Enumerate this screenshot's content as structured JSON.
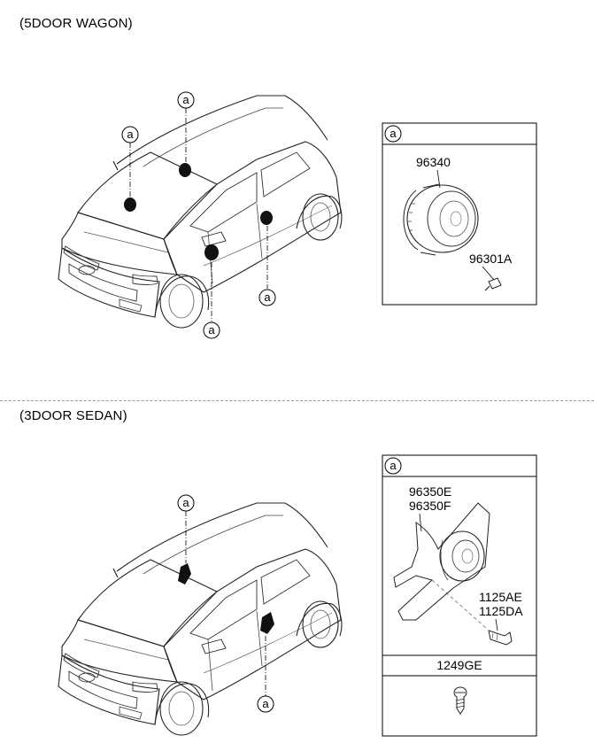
{
  "sections": {
    "wagon": {
      "title": "(5DOOR WAGON)",
      "callout": "a",
      "detail": {
        "callout": "a",
        "parts": [
          "96340",
          "96301A"
        ]
      }
    },
    "sedan": {
      "title": "(3DOOR SEDAN)",
      "callout": "a",
      "detail": {
        "callout": "a",
        "parts": [
          "96350E",
          "96350F",
          "1125AE",
          "1125DA"
        ],
        "fastener": "1249GE"
      }
    }
  }
}
